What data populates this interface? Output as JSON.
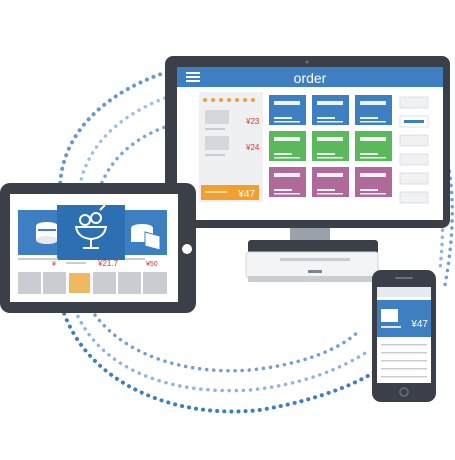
{
  "monitor": {
    "title": "order",
    "order_prices": [
      "¥23",
      "¥24"
    ],
    "total": "¥47"
  },
  "tablet": {
    "prices": [
      "¥",
      "¥21.7",
      "¥50"
    ]
  },
  "phone": {
    "price": "¥47"
  },
  "colors": {
    "blue": "#3d7fc1",
    "green": "#5cb85c",
    "mauve": "#b06a9a",
    "orange": "#f0a030",
    "dark": "#3b4048",
    "red": "#e0342b"
  }
}
